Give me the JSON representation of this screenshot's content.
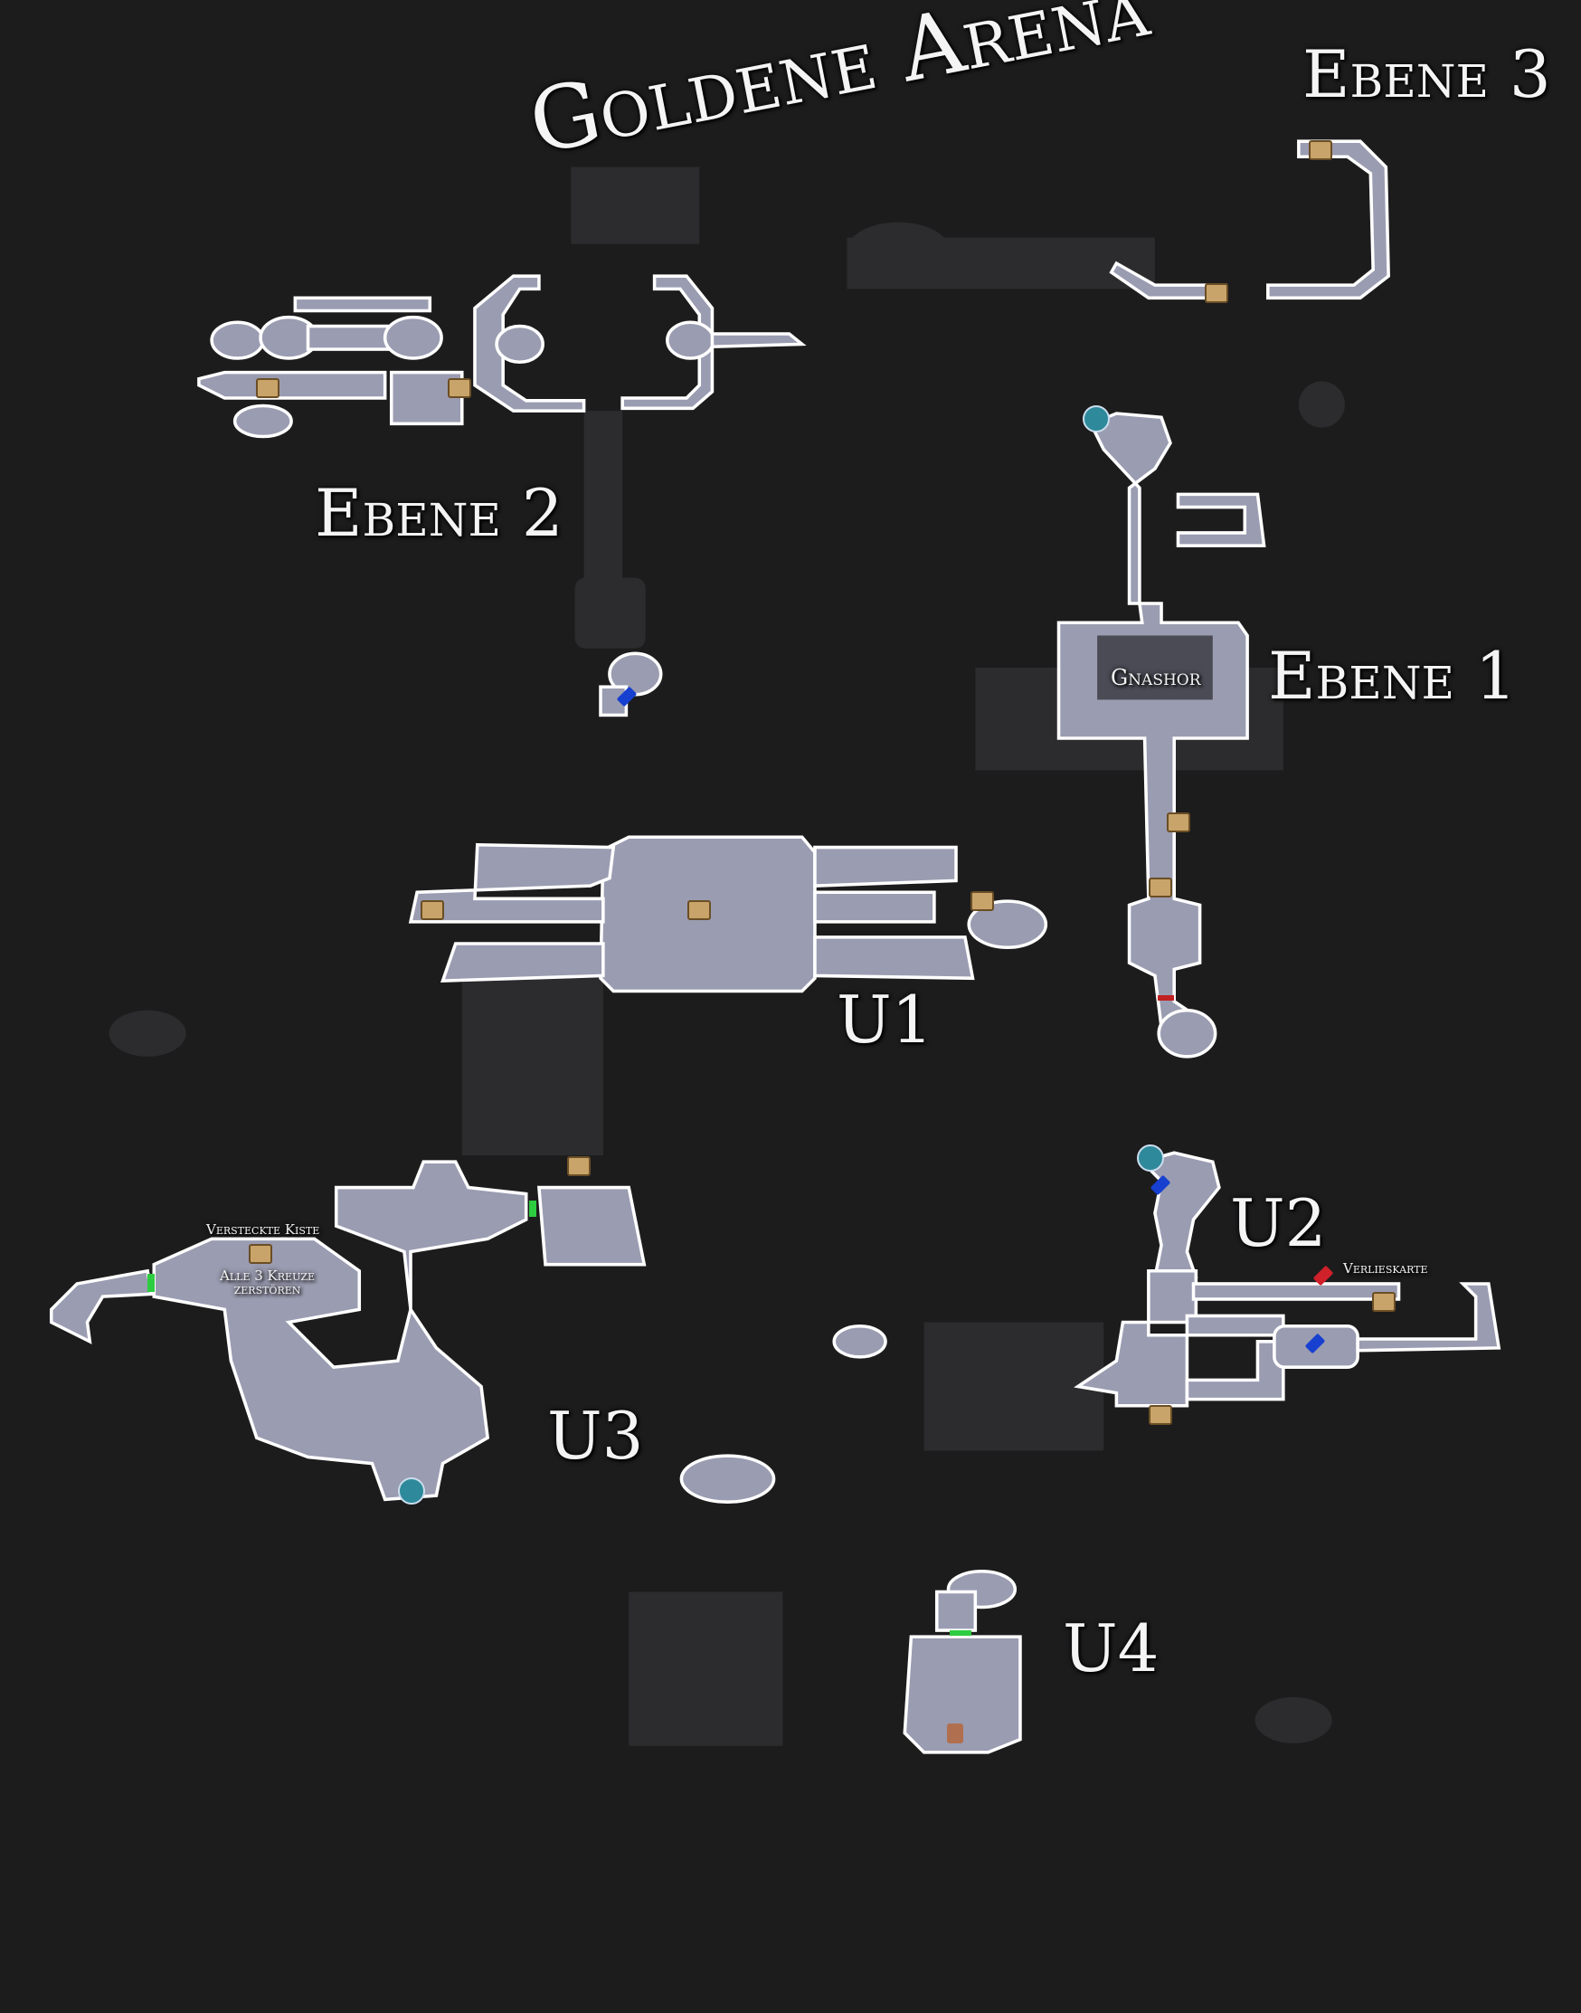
{
  "title": "Goldene Arena",
  "levels": {
    "ebene3": "Ebene 3",
    "ebene2": "Ebene 2",
    "ebene1": "Ebene 1",
    "u1": "U1",
    "u2": "U2",
    "u3": "U3",
    "u4": "U4"
  },
  "annotations": {
    "boss": "Gnashor",
    "hidden_chest": "Versteckte Kiste",
    "crosses_line1": "Alle 3 Kreuze",
    "crosses_line2": "zerstören",
    "dungeon_map": "Verlieskarte"
  },
  "colors": {
    "background": "#1c1c1d",
    "room": "#9a9cb1",
    "door_open": "#2ecc40",
    "door_locked": "#d0202a"
  }
}
